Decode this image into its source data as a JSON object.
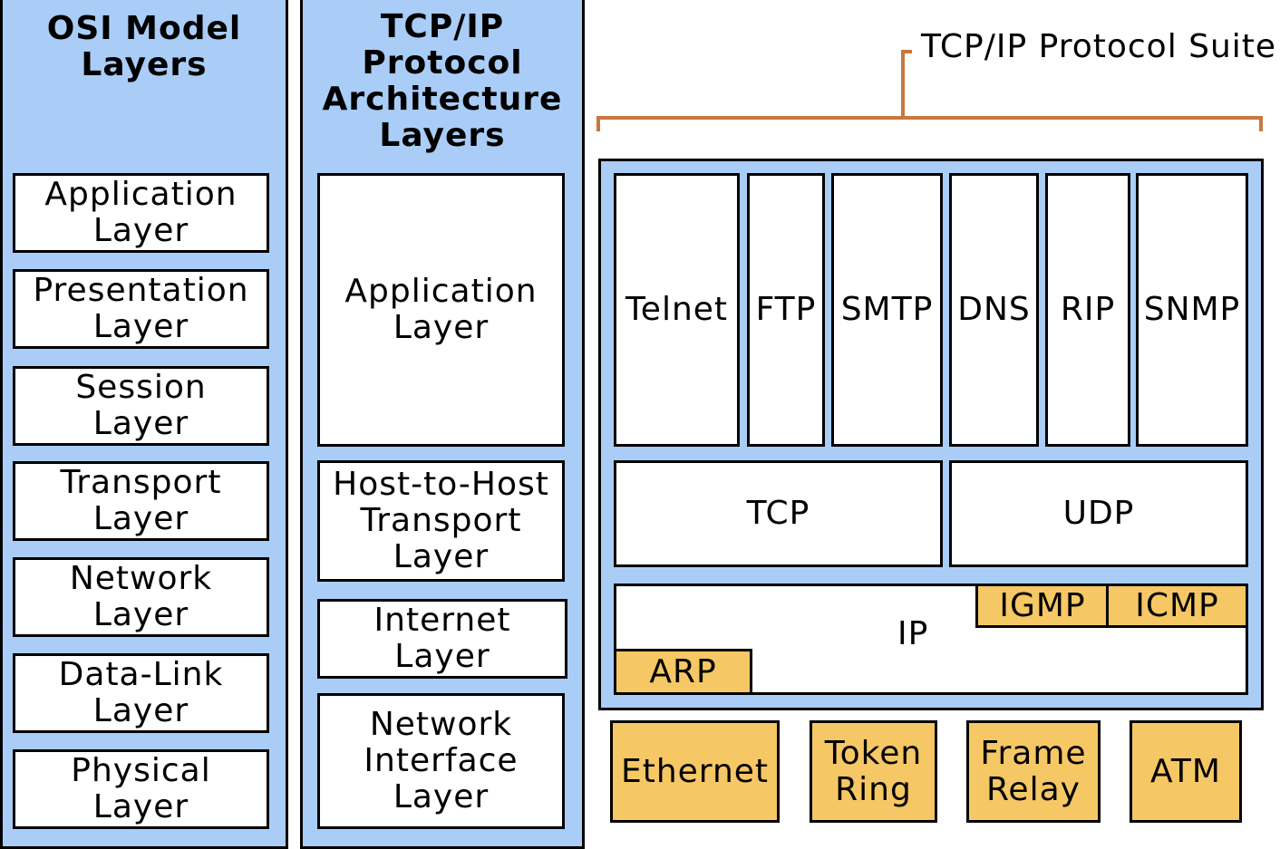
{
  "osi": {
    "title": "OSI Model\nLayers",
    "layers": [
      "Application\nLayer",
      "Presentation\nLayer",
      "Session\nLayer",
      "Transport\nLayer",
      "Network\nLayer",
      "Data-Link\nLayer",
      "Physical\nLayer"
    ]
  },
  "tcpip_arch": {
    "title": "TCP/IP\nProtocol\nArchitecture\nLayers",
    "layers": [
      "Application\nLayer",
      "Host-to-Host\nTransport\nLayer",
      "Internet\nLayer",
      "Network\nInterface\nLayer"
    ]
  },
  "suite": {
    "title": "TCP/IP Protocol Suite",
    "application_protocols": [
      "Telnet",
      "FTP",
      "SMTP",
      "DNS",
      "RIP",
      "SNMP"
    ],
    "transport_protocols": [
      "TCP",
      "UDP"
    ],
    "internet": {
      "ip": "IP",
      "igmp": "IGMP",
      "icmp": "ICMP",
      "arp": "ARP"
    },
    "network_interfaces": [
      "Ethernet",
      "Token\nRing",
      "Frame\nRelay",
      "ATM"
    ]
  },
  "colors": {
    "panel_blue": "#a9cdf7",
    "gold": "#f6c765",
    "bracket": "#c8783f"
  }
}
